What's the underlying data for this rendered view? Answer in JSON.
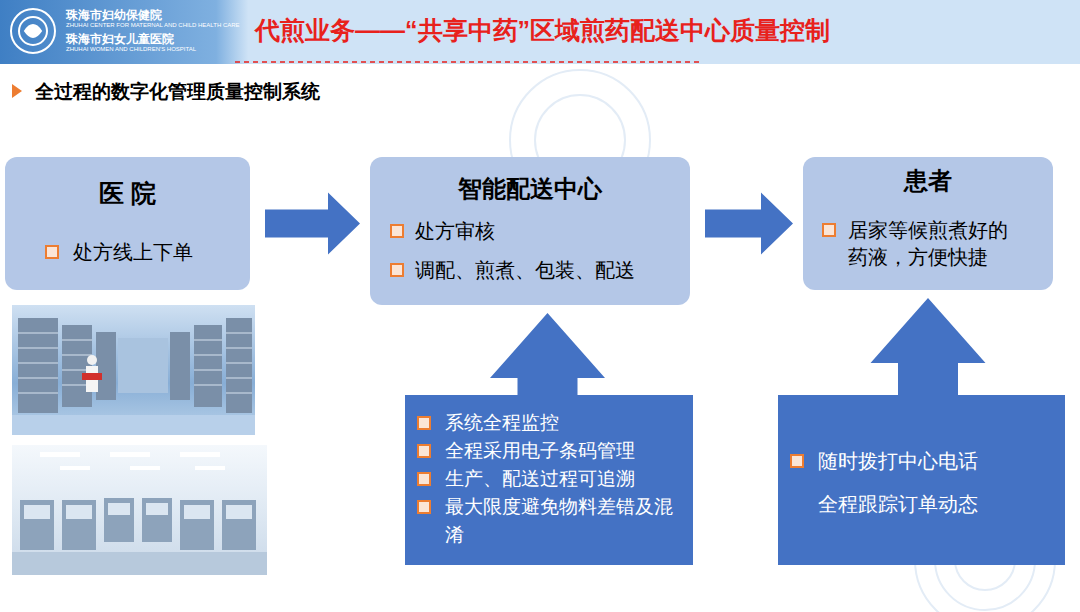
{
  "diagram": {
    "title": "代煎业务——“共享中药”区域煎药配送中心质量控制",
    "nodes": [
      {
        "text": [
          "医 院",
          "处方线上下单"
        ]
      },
      {
        "text": [
          "智能配送中心",
          "处方审核",
          "调配、煎煮、包装、配送"
        ]
      },
      {
        "text": [
          "患者",
          "居家等候煎煮好的药液，方便快捷"
        ]
      },
      {
        "text": [
          "系统全程监控",
          "全程采用电子条码管理",
          "生产、配送过程可追溯",
          "最大限度避免物料差错及混淆"
        ]
      },
      {
        "text": [
          "随时拨打中心电话",
          "全程跟踪订单动态"
        ]
      }
    ],
    "edges": [
      {
        "from": 0,
        "to": 1,
        "arrow": "to"
      },
      {
        "from": 1,
        "to": 2,
        "arrow": "to"
      },
      {
        "from": 3,
        "to": 1,
        "arrow": "to"
      },
      {
        "from": 4,
        "to": 2,
        "arrow": "to"
      }
    ],
    "labels": [
      "珠海市妇幼保健院",
      "ZHUHAI CENTER FOR MATERNAL AND CHILD HEALTH CARE",
      "珠海市妇女儿童医院",
      "ZHUHAI WOMEN AND CHILDREN'S HOSPITAL",
      "全过程的数字化管理质量控制系统"
    ]
  }
}
